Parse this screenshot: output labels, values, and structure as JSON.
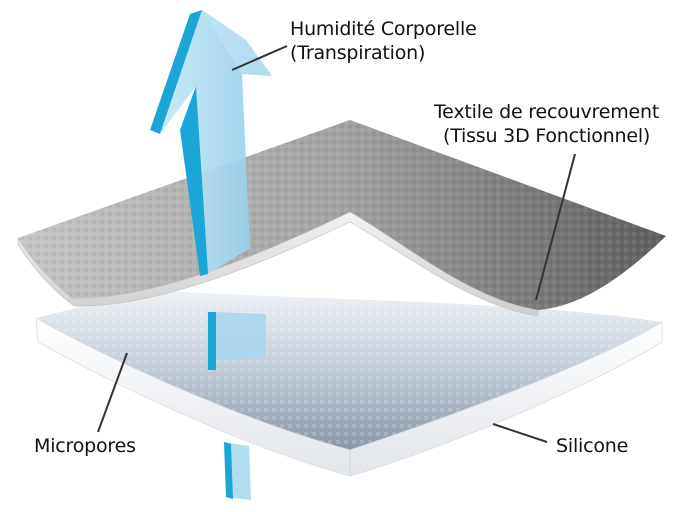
{
  "labels": {
    "humidity_line1": "Humidité Corporelle",
    "humidity_line2": "(Transpiration)",
    "textile_line1": "Textile de recouvrement",
    "textile_line2": "(Tissu 3D Fonctionnel)",
    "micropores": "Micropores",
    "silicone": "Silicone"
  },
  "colors": {
    "arrow_light": "#a9d8ee",
    "arrow_dark": "#1aa7d8",
    "textile_top": "#a6a6a6",
    "textile_edge": "#e4e4e4",
    "silicone_top": "#cfd8e2",
    "silicone_edge": "#f4f5f7",
    "leader_line": "#333333"
  },
  "icons": [
    "upward-arrow-icon"
  ]
}
